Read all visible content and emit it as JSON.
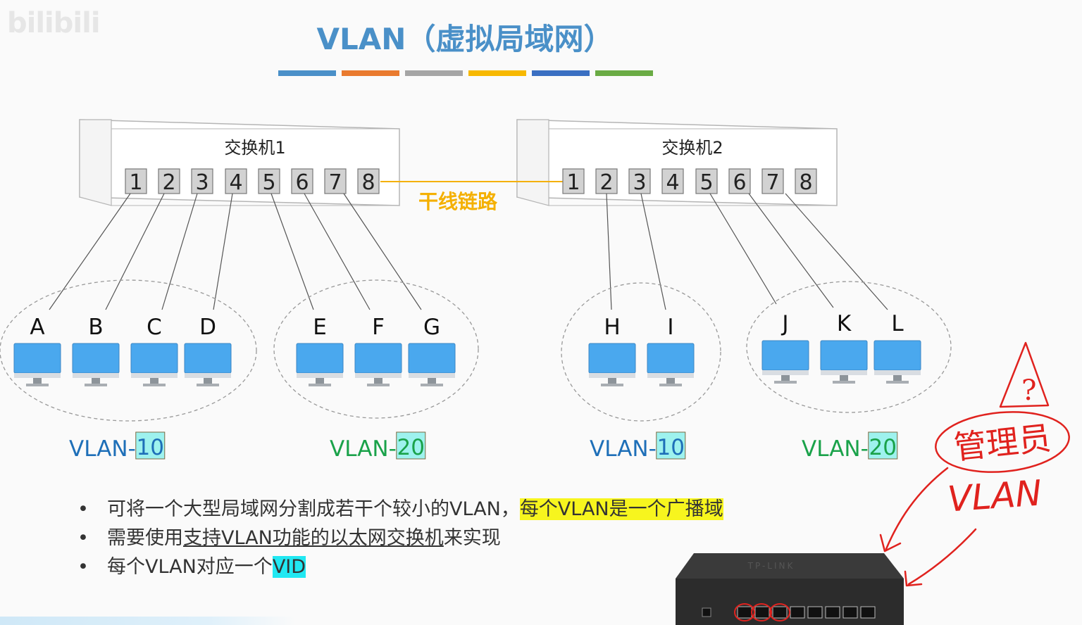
{
  "watermark": "bilibili",
  "title": "VLAN（虚拟局域网）",
  "color_bars": [
    "#4a90c8",
    "#e97a2e",
    "#a5a5a5",
    "#f7b800",
    "#3a6fc2",
    "#6aab44"
  ],
  "switches": [
    {
      "label": "交换机1",
      "ports": [
        "1",
        "2",
        "3",
        "4",
        "5",
        "6",
        "7",
        "8"
      ]
    },
    {
      "label": "交换机2",
      "ports": [
        "1",
        "2",
        "3",
        "4",
        "5",
        "6",
        "7",
        "8"
      ]
    }
  ],
  "trunk_label": "干线链路",
  "hosts": [
    "A",
    "B",
    "C",
    "D",
    "E",
    "F",
    "G",
    "H",
    "I",
    "J",
    "K",
    "L"
  ],
  "vlan_groups": [
    {
      "prefix": "VLAN-",
      "id": "10",
      "color": "#1e6fb8"
    },
    {
      "prefix": "VLAN-",
      "id": "20",
      "color": "#1aa24a"
    },
    {
      "prefix": "VLAN-",
      "id": "10",
      "color": "#1e6fb8"
    },
    {
      "prefix": "VLAN-",
      "id": "20",
      "color": "#1aa24a"
    }
  ],
  "bullets": {
    "b1_plain": "可将一个大型局域网分割成若干个较小的VLAN，",
    "b1_highlight": "每个VLAN是一个广播域",
    "b2_pre": "需要使用",
    "b2_underline": "支持VLAN功能的以太网交换机",
    "b2_post": "来实现",
    "b3_pre": "每个VLAN对应一个",
    "b3_highlight": "VID",
    "bullet_glyph": "•"
  },
  "annotation": {
    "warning_mark": "?",
    "circled_text": "管理员",
    "handwritten": "VLAN"
  },
  "router": {
    "brand": "TP-LINK"
  }
}
